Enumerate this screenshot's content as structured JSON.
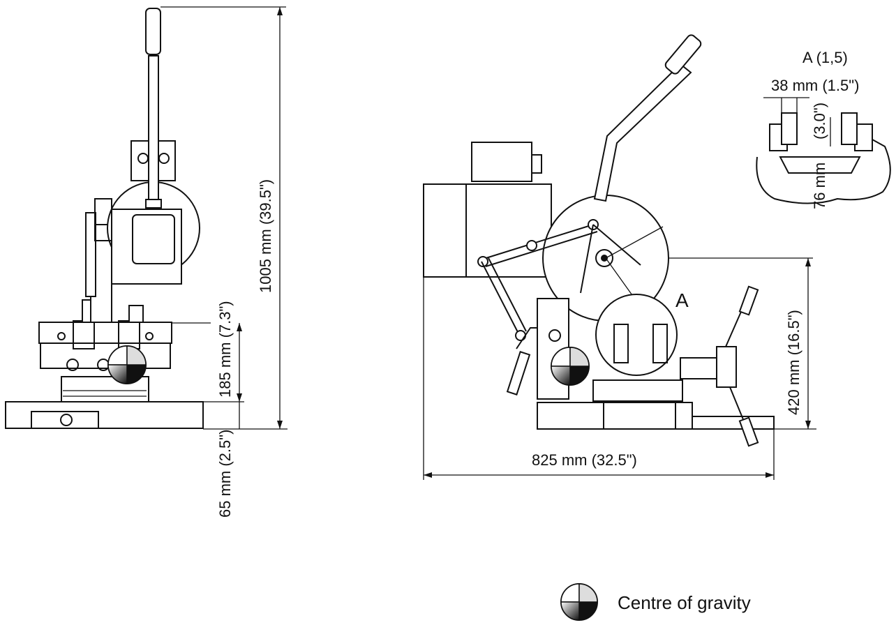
{
  "dimensions": {
    "overall_height": "1005 mm (39.5\")",
    "vise_height": "185 mm (7.3\")",
    "base_height": "65 mm (2.5\")",
    "cutting_height": "420 mm (16.5\")",
    "overall_length": "825 mm (32.5\")"
  },
  "detail": {
    "title": "A (1,5)",
    "callout": "A",
    "jaw_width": "38 mm (1.5\")",
    "jaw_depth": "(3.0\")",
    "capacity": "76 mm"
  },
  "legend": {
    "centre_of_gravity_label": "Centre of gravity",
    "symbol_icon": "centre-of-gravity-icon"
  }
}
